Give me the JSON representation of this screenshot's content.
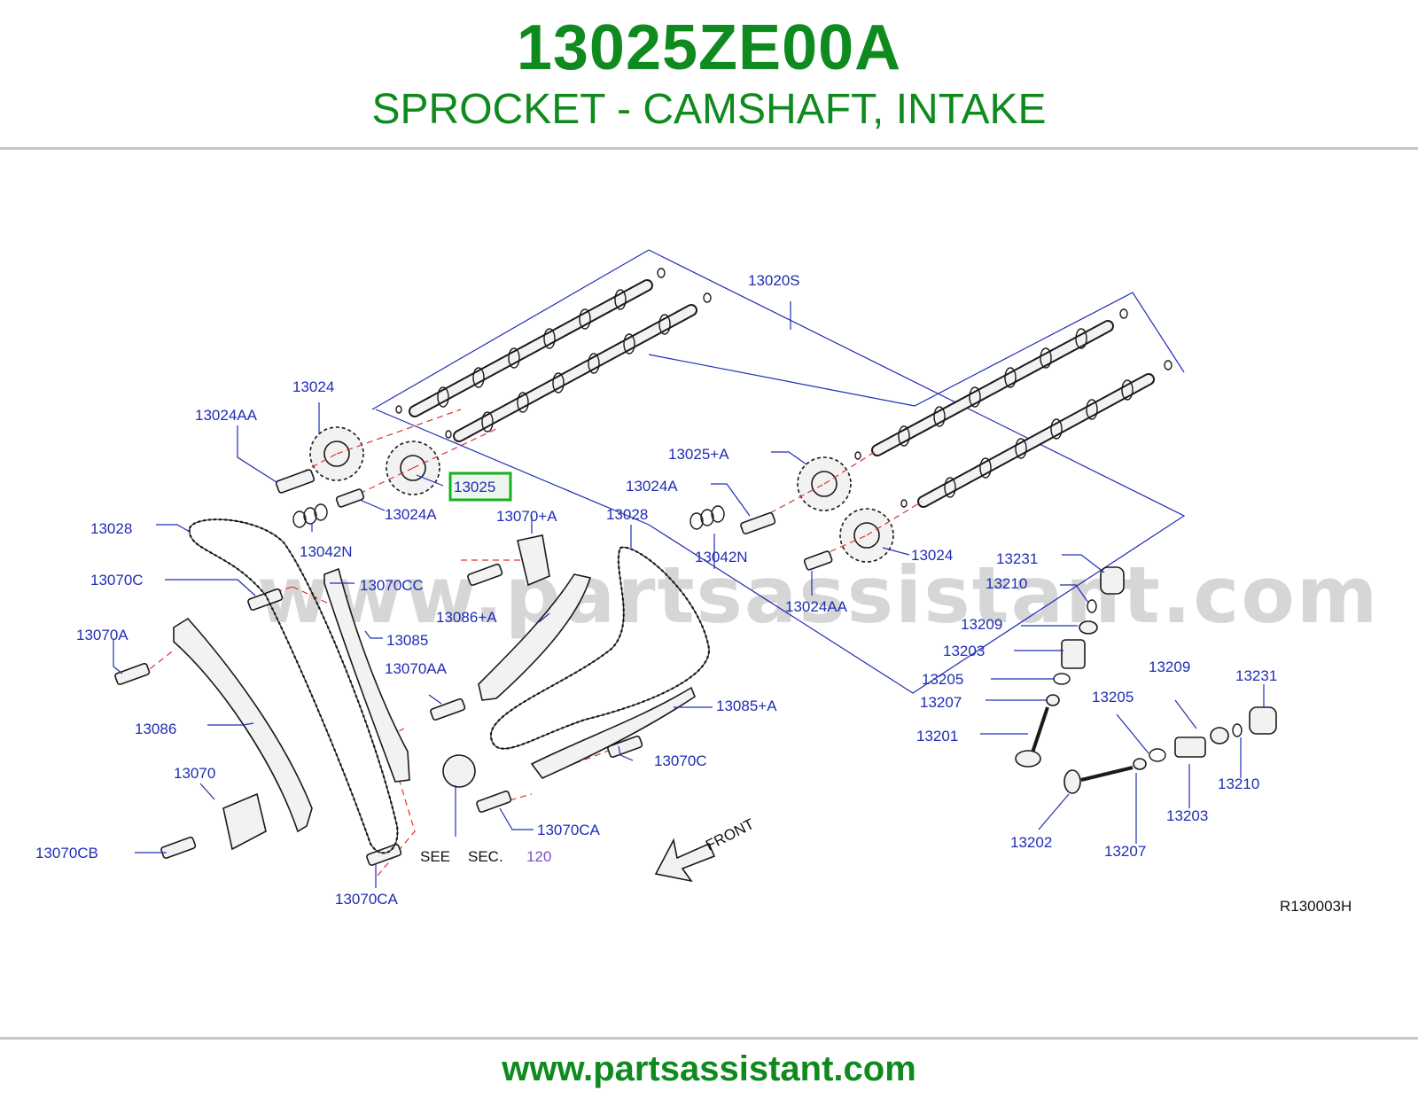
{
  "header": {
    "part_number": "13025ZE00A",
    "description": "SPROCKET - CAMSHAFT, INTAKE"
  },
  "watermark": "www.partsassistant.com",
  "footer": {
    "url": "www.partsassistant.com"
  },
  "colors": {
    "brand_green": "#0f8a1e",
    "callout_blue": "#1f2db4",
    "highlight_green": "#17b020"
  },
  "diagram": {
    "drawing_code": "R130003H",
    "front_label": "FRONT",
    "see_sec": {
      "see": "SEE",
      "sec": "SEC.",
      "number": "120"
    },
    "highlighted_part": "13025",
    "callouts": [
      "13020S",
      "13024",
      "13024AA",
      "13025",
      "13024A",
      "13042N",
      "13028",
      "13070+A",
      "13028",
      "13025+A",
      "13024A",
      "13042N",
      "13024",
      "13024AA",
      "13070C",
      "13070CC",
      "13086+A",
      "13070A",
      "13085",
      "13070AA",
      "13085+A",
      "13086",
      "13070C",
      "13070",
      "13070CA",
      "13070CB",
      "13070CA",
      "13231",
      "13210",
      "13209",
      "13203",
      "13205",
      "13207",
      "13201",
      "13209",
      "13231",
      "13205",
      "13210",
      "13203",
      "13202",
      "13207"
    ]
  }
}
